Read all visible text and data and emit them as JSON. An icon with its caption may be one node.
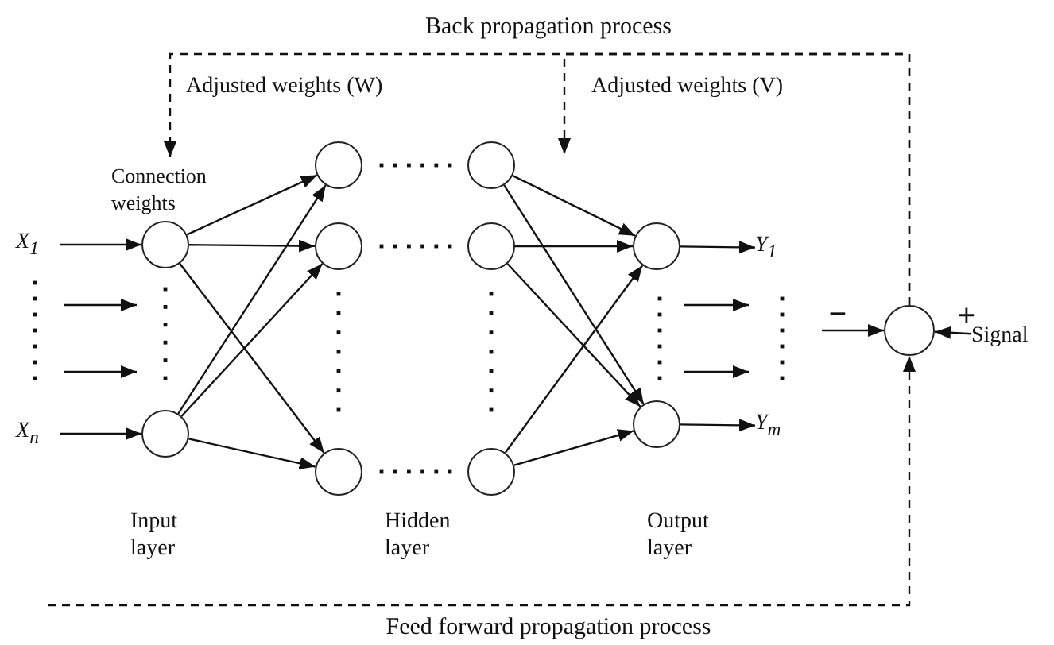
{
  "diagram": {
    "nodes": [
      {
        "text": [
          "X$_{1}$"
        ]
      },
      {
        "text": [
          "X$_{n}$"
        ]
      },
      {
        "text": [
          "Connection weights"
        ]
      },
      {
        "text": [],
        "shape": "circle"
      },
      {
        "text": [],
        "shape": "circle"
      },
      {
        "text": [],
        "shape": "circle"
      },
      {
        "text": [],
        "shape": "circle"
      },
      {
        "text": [],
        "shape": "circle"
      },
      {
        "text": [],
        "shape": "circle"
      },
      {
        "text": [],
        "shape": "circle"
      },
      {
        "text": [],
        "shape": "circle"
      },
      {
        "text": [],
        "shape": "circle"
      },
      {
        "text": [],
        "shape": "circle"
      },
      {
        "text": [
          "Y$_{1}$"
        ]
      },
      {
        "text": [
          "Y$_{m}$"
        ]
      },
      {
        "text": [],
        "shape": "circle"
      },
      {
        "text": [
          "Signal"
        ]
      }
    ],
    "edges": [
      {
        "from": 0,
        "to": 3,
        "arrow": "to"
      },
      {
        "from": 1,
        "to": 4,
        "arrow": "to"
      },
      {
        "from": 3,
        "to": 5,
        "arrow": "to"
      },
      {
        "from": 3,
        "to": 6,
        "arrow": "to"
      },
      {
        "from": 3,
        "to": 7,
        "arrow": "to"
      },
      {
        "from": 4,
        "to": 5,
        "arrow": "to"
      },
      {
        "from": 4,
        "to": 6,
        "arrow": "to"
      },
      {
        "from": 4,
        "to": 7,
        "arrow": "to"
      },
      {
        "from": 8,
        "to": 11,
        "arrow": "to"
      },
      {
        "from": 8,
        "to": 12,
        "arrow": "to"
      },
      {
        "from": 9,
        "to": 11,
        "arrow": "to"
      },
      {
        "from": 9,
        "to": 12,
        "arrow": "to"
      },
      {
        "from": 10,
        "to": 11,
        "arrow": "to"
      },
      {
        "from": 10,
        "to": 12,
        "arrow": "to"
      },
      {
        "from": 11,
        "to": 13,
        "arrow": "to"
      },
      {
        "from": 12,
        "to": 14,
        "arrow": "to"
      },
      {
        "from": 16,
        "to": 15,
        "arrow": "to",
        "label": "+"
      },
      {
        "from": null,
        "to": 15,
        "arrow": "to",
        "label": "−"
      },
      {
        "from": 15,
        "to": 2,
        "arrow": "to",
        "style": "dashed",
        "label": "Back propagation process"
      },
      {
        "from": 15,
        "to": null,
        "arrow": "to",
        "style": "dashed"
      },
      {
        "from": null,
        "to": 15,
        "arrow": "to",
        "style": "dashed",
        "label": "Feed forward propagation process"
      }
    ],
    "labels": [
      "Adjusted weights (W)",
      "Adjusted weights (V)",
      "Input layer",
      "Hidden layer",
      "Output layer"
    ]
  }
}
